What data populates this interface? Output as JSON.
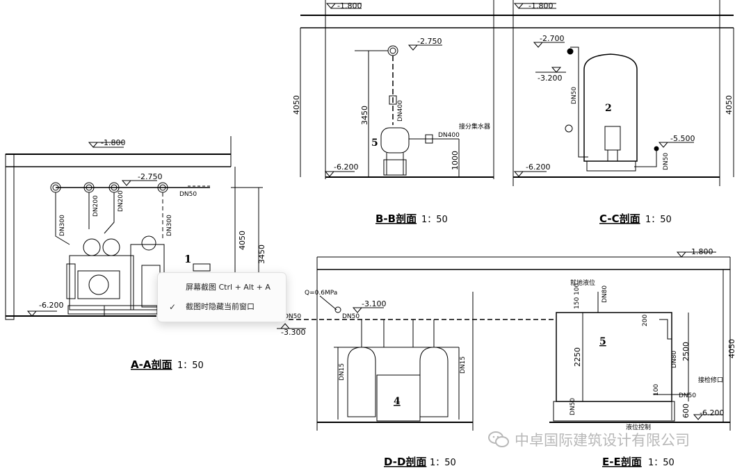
{
  "sections": {
    "aa": {
      "title": "A-A剖面",
      "scale": "1：50",
      "marker": "1",
      "levels": [
        "-1.800",
        "-2.750",
        "-6.200"
      ],
      "dims": [
        "3450",
        "4050"
      ],
      "pipes": [
        "DN300",
        "DN200",
        "DN200",
        "DN300",
        "DN50"
      ]
    },
    "bb": {
      "title": "B-B剖面",
      "scale": "1：50",
      "marker": "5",
      "levels": [
        "-1.800",
        "-2.750",
        "-6.200"
      ],
      "dims": [
        "4050",
        "3450",
        "1000"
      ],
      "pipes": [
        "DN400",
        "DN400"
      ],
      "note": "接分集水器"
    },
    "cc": {
      "title": "C-C剖面",
      "scale": "1：50",
      "marker": "2",
      "levels": [
        "-1.800",
        "-2.700",
        "-3.200",
        "-5.500",
        "-6.200"
      ],
      "dims": [
        "4050"
      ],
      "pipes": [
        "DN50",
        "DN50"
      ]
    },
    "dd": {
      "title": "D-D剖面",
      "scale": "1：50",
      "marker": "4",
      "levels": [
        "-3.100",
        "-3.300"
      ],
      "pressure": "Q=0.6MPa",
      "pipes": [
        "DN50",
        "DN50",
        "DN15",
        "DN15"
      ]
    },
    "ee": {
      "title": "E-E剖面",
      "scale": "1：50",
      "marker": "5",
      "levels": [
        "-1.800",
        "-6.200"
      ],
      "dims": [
        "150",
        "100",
        "200",
        "2500",
        "2250",
        "100",
        "600",
        "4050"
      ],
      "pipes": [
        "DN80",
        "DN80",
        "DN50",
        "DN50"
      ],
      "notes": [
        "就地液位",
        "接检修口",
        "液位控制"
      ]
    }
  },
  "context_menu": {
    "items": [
      {
        "label": "屏幕截图 Ctrl + Alt + A",
        "checked": false
      },
      {
        "label": "截图时隐藏当前窗口",
        "checked": true
      }
    ]
  },
  "watermark": {
    "text": "中卓国际建筑设计有限公司",
    "icon": "wechat-icon"
  }
}
